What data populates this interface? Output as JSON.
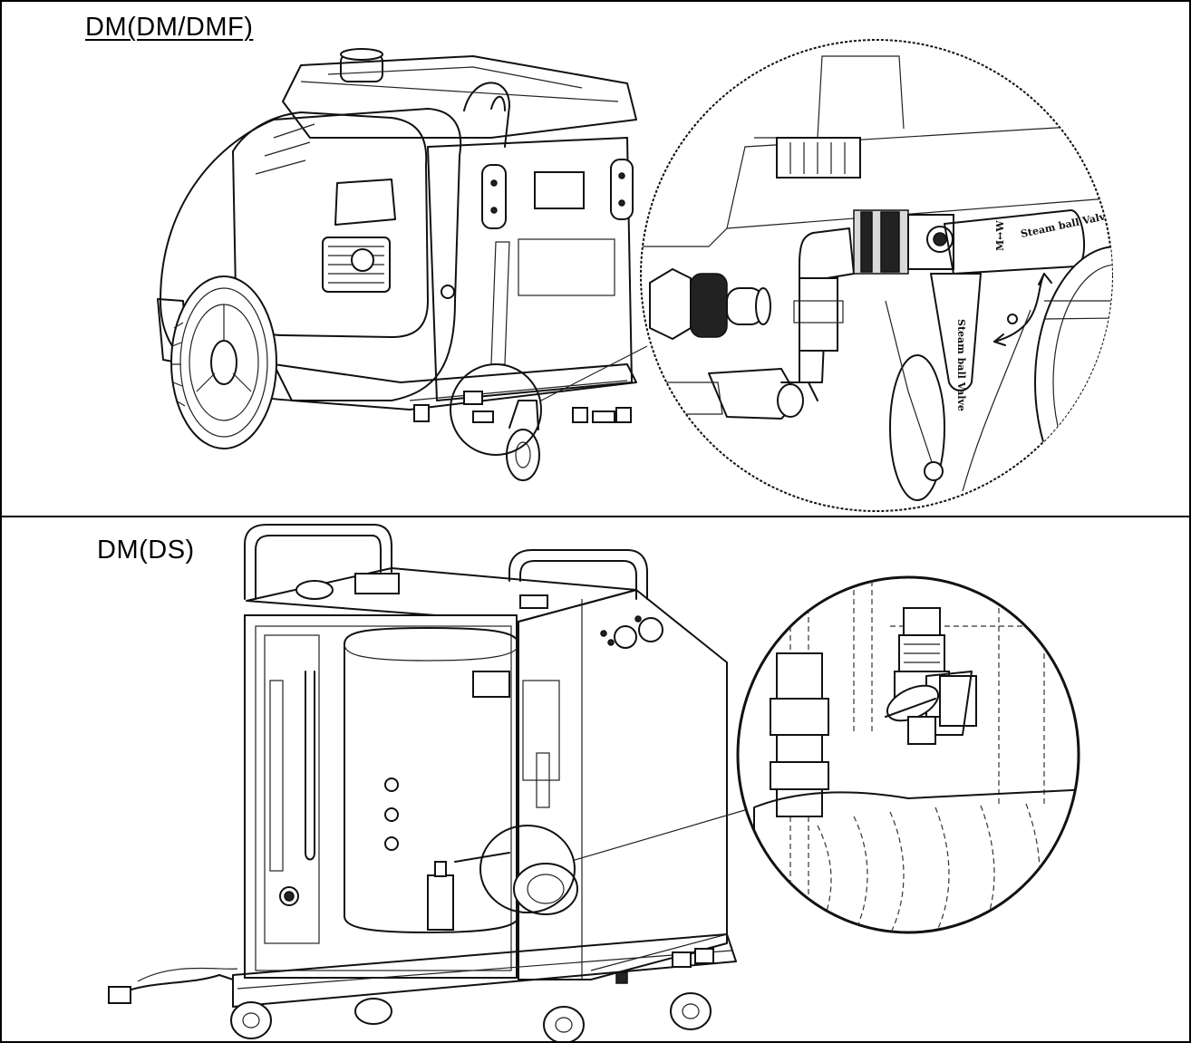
{
  "top_section": {
    "title": "DM(DM/DMF)",
    "valve_label_1": "Steam ball Valve",
    "valve_label_2": "Steam ball Valve"
  },
  "bottom_section": {
    "title": "DM(DS)"
  }
}
